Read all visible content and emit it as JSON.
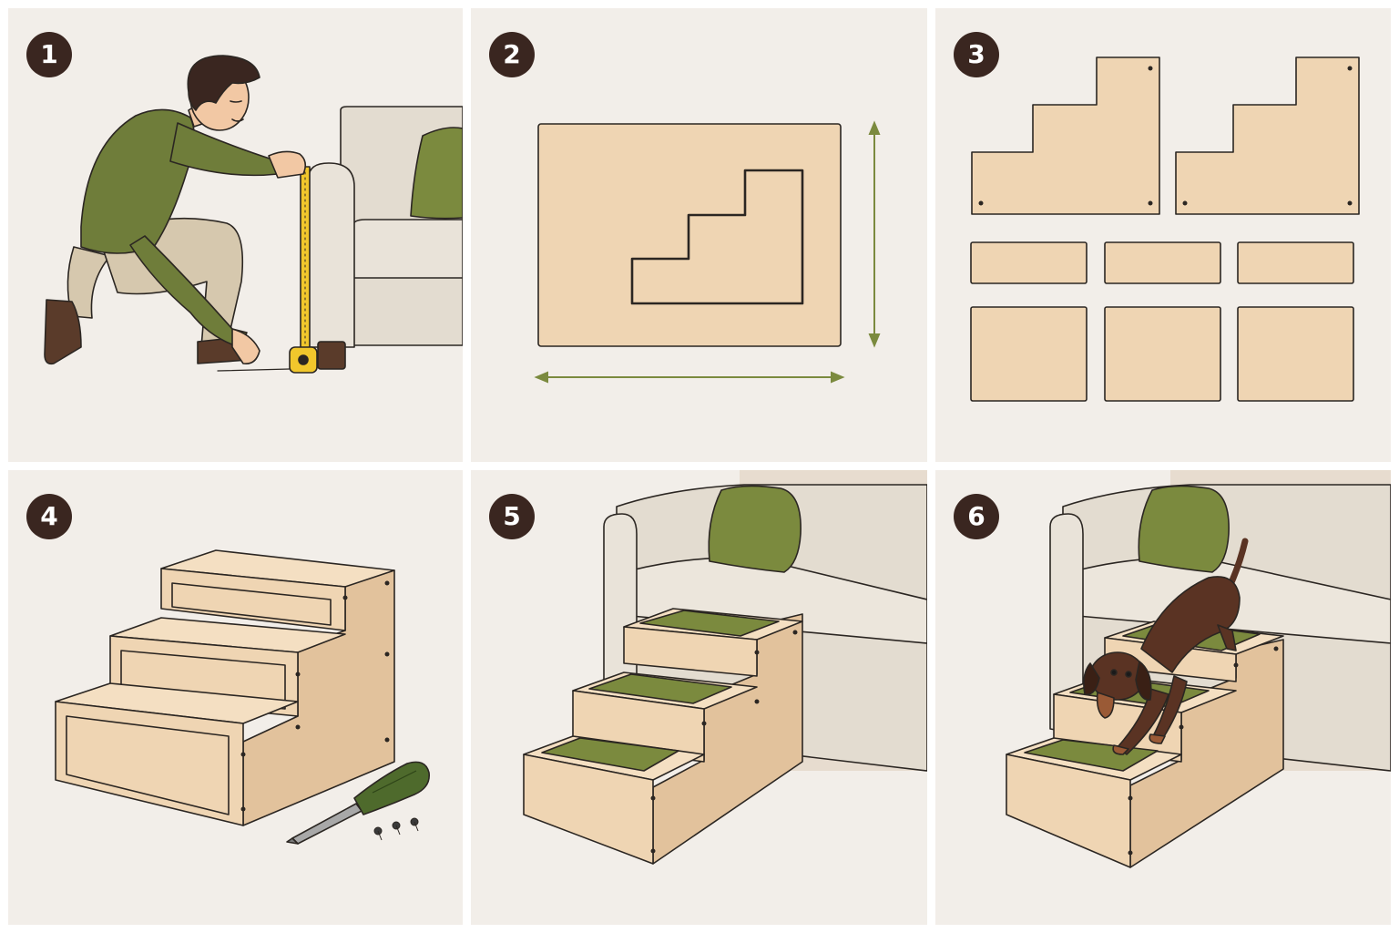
{
  "steps": [
    {
      "number": "1",
      "scene": "measuring-couch-height"
    },
    {
      "number": "2",
      "scene": "tracing-stair-profile-on-plywood"
    },
    {
      "number": "3",
      "scene": "cut-plywood-pieces"
    },
    {
      "number": "4",
      "scene": "assembled-stairs-with-screwdriver"
    },
    {
      "number": "5",
      "scene": "carpeted-stairs-against-couch"
    },
    {
      "number": "6",
      "scene": "dachshund-using-stairs"
    }
  ],
  "colors": {
    "panel_bg": "#f2eee9",
    "badge": "#3a2620",
    "wood": "#efd5b3",
    "wood_dark": "#e2c29c",
    "olive": "#7b8a3e",
    "couch": "#e3dcd0",
    "wall": "#e7dccf",
    "outline": "#2b2622",
    "tape_yellow": "#f1c72c",
    "dog": "#5a3323"
  }
}
